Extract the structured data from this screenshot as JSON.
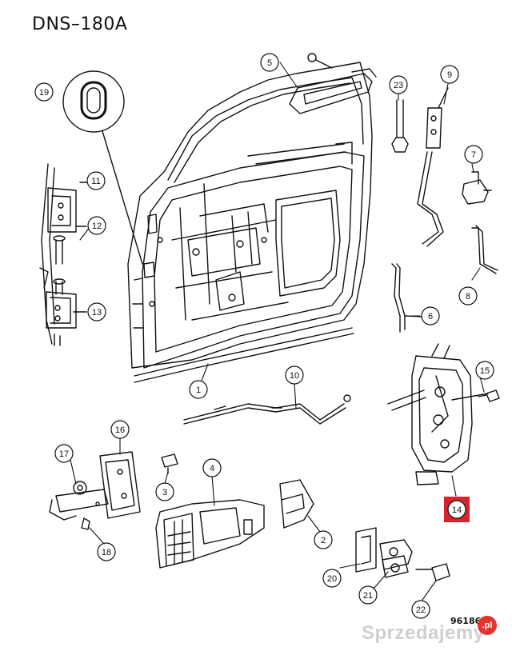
{
  "title": "DNS–180A",
  "code": "96186",
  "watermark": {
    "text": "Sprzedajemy",
    "badge": ".pl"
  },
  "highlight_color": "#d8232a",
  "callouts": [
    {
      "id": "c1",
      "label": "1"
    },
    {
      "id": "c2",
      "label": "2"
    },
    {
      "id": "c3",
      "label": "3"
    },
    {
      "id": "c4",
      "label": "4"
    },
    {
      "id": "c5",
      "label": "5"
    },
    {
      "id": "c6",
      "label": "6"
    },
    {
      "id": "c7",
      "label": "7"
    },
    {
      "id": "c8",
      "label": "8"
    },
    {
      "id": "c9",
      "label": "9"
    },
    {
      "id": "c10",
      "label": "10"
    },
    {
      "id": "c11",
      "label": "11"
    },
    {
      "id": "c12",
      "label": "12"
    },
    {
      "id": "c13",
      "label": "13"
    },
    {
      "id": "c14",
      "label": "14",
      "highlighted": true
    },
    {
      "id": "c15",
      "label": "15"
    },
    {
      "id": "c16",
      "label": "16"
    },
    {
      "id": "c17",
      "label": "17"
    },
    {
      "id": "c18",
      "label": "18"
    },
    {
      "id": "c19",
      "label": "19"
    },
    {
      "id": "c20",
      "label": "20"
    },
    {
      "id": "c21",
      "label": "21"
    },
    {
      "id": "c22",
      "label": "22"
    },
    {
      "id": "c23",
      "label": "23"
    }
  ]
}
